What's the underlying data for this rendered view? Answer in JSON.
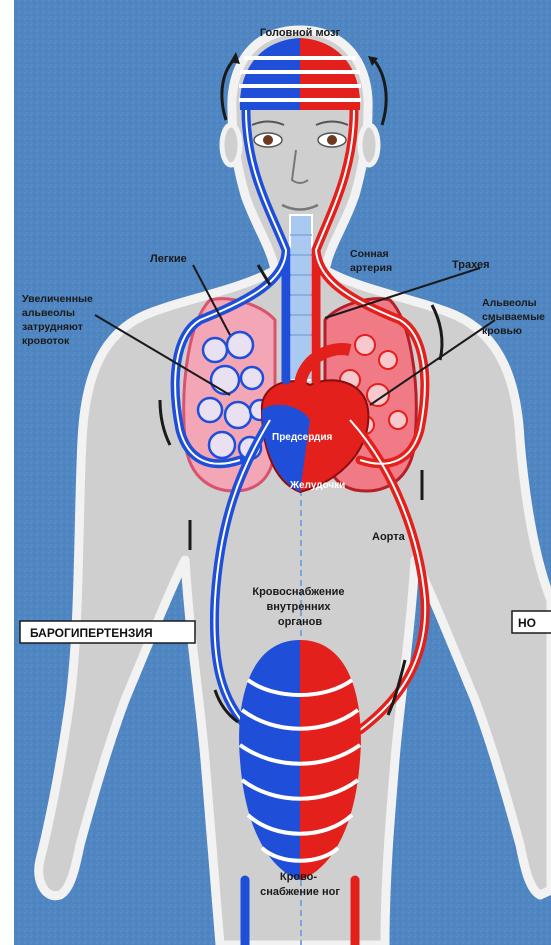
{
  "colors": {
    "background": "#4f86c2",
    "body_fill": "#cfcfcf",
    "body_outline": "#f2f2f2",
    "venous": "#1f4fd8",
    "arterial": "#e3201b",
    "trachea": "#a9c9f0",
    "text": "#1a1a1a"
  },
  "labels": {
    "brain": "Головной мозг",
    "lungs": "Легкие",
    "enlarged_alveoli": [
      "Увеличенные",
      "альвеолы",
      "затрудняют",
      "кровоток"
    ],
    "carotid": [
      "Сонная",
      "артерия"
    ],
    "trachea": "Трахея",
    "alveoli_right": [
      "Альвеолы",
      "смываемые",
      "кровью"
    ],
    "atria": "Предсердия",
    "ventricles": "Желудочки",
    "aorta": "Аорта",
    "internal_organs": [
      "Кровоснабжение",
      "внутренних",
      "органов"
    ],
    "legs": [
      "Крово-",
      "снабжение ног"
    ]
  },
  "boxes": {
    "left": "БАРОГИПЕРТЕНЗИЯ",
    "right": "НО"
  }
}
